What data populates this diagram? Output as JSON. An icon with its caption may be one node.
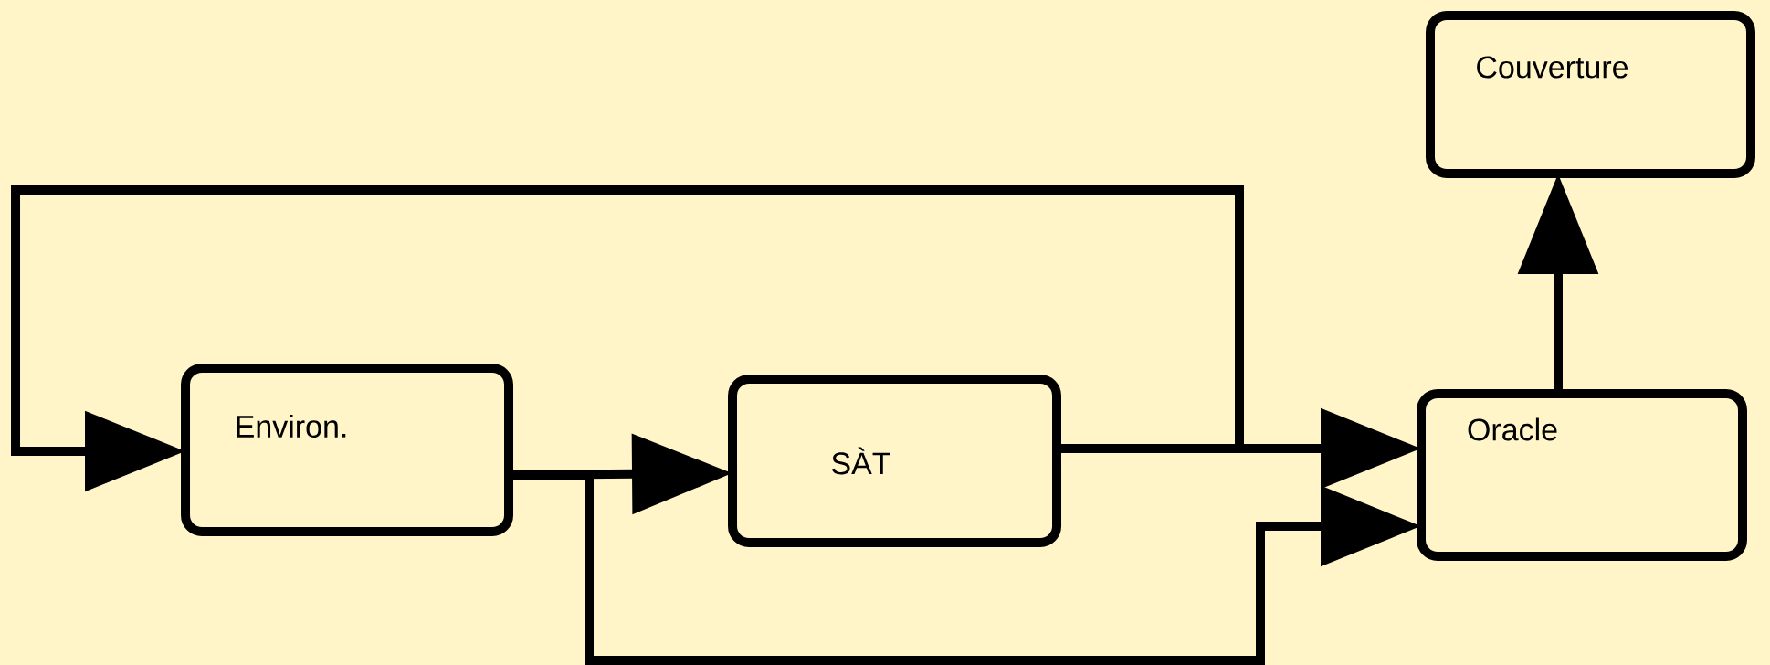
{
  "diagram": {
    "nodes": [
      {
        "text": [
          "Environ."
        ]
      },
      {
        "text": [
          "SÀT"
        ]
      },
      {
        "text": [
          "Oracle"
        ]
      },
      {
        "text": [
          "Couverture"
        ]
      }
    ],
    "edges": [
      {
        "from": 0,
        "to": 1,
        "arrow": "to"
      },
      {
        "from": 1,
        "to": 2,
        "arrow": "to"
      },
      {
        "from": 1,
        "to": 0,
        "arrow": "to"
      },
      {
        "from": 0,
        "to": 2,
        "arrow": "to"
      },
      {
        "from": 2,
        "to": 3,
        "arrow": "to"
      }
    ]
  }
}
